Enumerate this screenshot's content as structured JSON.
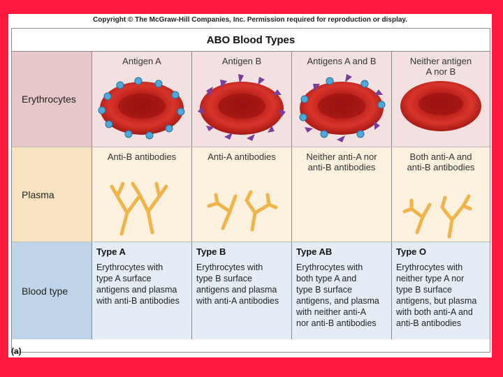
{
  "copyright": "Copyright © The McGraw-Hill Companies, Inc. Permission required for reproduction or display.",
  "title": "ABO Blood Types",
  "caption": "(a)",
  "rows": {
    "erythrocytes": "Erythrocytes",
    "plasma": "Plasma",
    "blood_type": "Blood type"
  },
  "columns": [
    {
      "antigen": "Antigen A",
      "antigen_lines": [
        "Antigen A"
      ],
      "antibody_lines": [
        "Anti-B antibodies"
      ],
      "type": "Type A",
      "desc": [
        "Erythrocytes with",
        "type A surface",
        "antigens and plasma",
        "with anti-B antibodies"
      ]
    },
    {
      "antigen_lines": [
        "Antigen B"
      ],
      "antibody_lines": [
        "Anti-A antibodies"
      ],
      "type": "Type B",
      "desc": [
        "Erythrocytes with",
        "type B surface",
        "antigens and plasma",
        "with anti-A antibodies"
      ]
    },
    {
      "antigen_lines": [
        "Antigens A and B"
      ],
      "antibody_lines": [
        "Neither anti-A nor",
        "anti-B antibodies"
      ],
      "type": "Type AB",
      "desc": [
        "Erythrocytes with",
        "both type A and",
        "type B surface",
        "antigens, and plasma",
        "with neither anti-A",
        "nor anti-B antibodies"
      ]
    },
    {
      "antigen_lines": [
        "Neither antigen",
        "A nor B"
      ],
      "antibody_lines": [
        "Both anti-A and",
        "anti-B antibodies"
      ],
      "type": "Type O",
      "desc": [
        "Erythrocytes with",
        "neither type A nor",
        "type B surface",
        "antigens, but plasma",
        "with both anti-A and",
        "anti-B antibodies"
      ]
    }
  ],
  "colors": {
    "background": "#ff1a3d",
    "cell_red": "#c8241c",
    "antigen_a": "#4fa8d8",
    "antigen_b": "#7a3f9a",
    "antibody": "#f0b44a"
  }
}
